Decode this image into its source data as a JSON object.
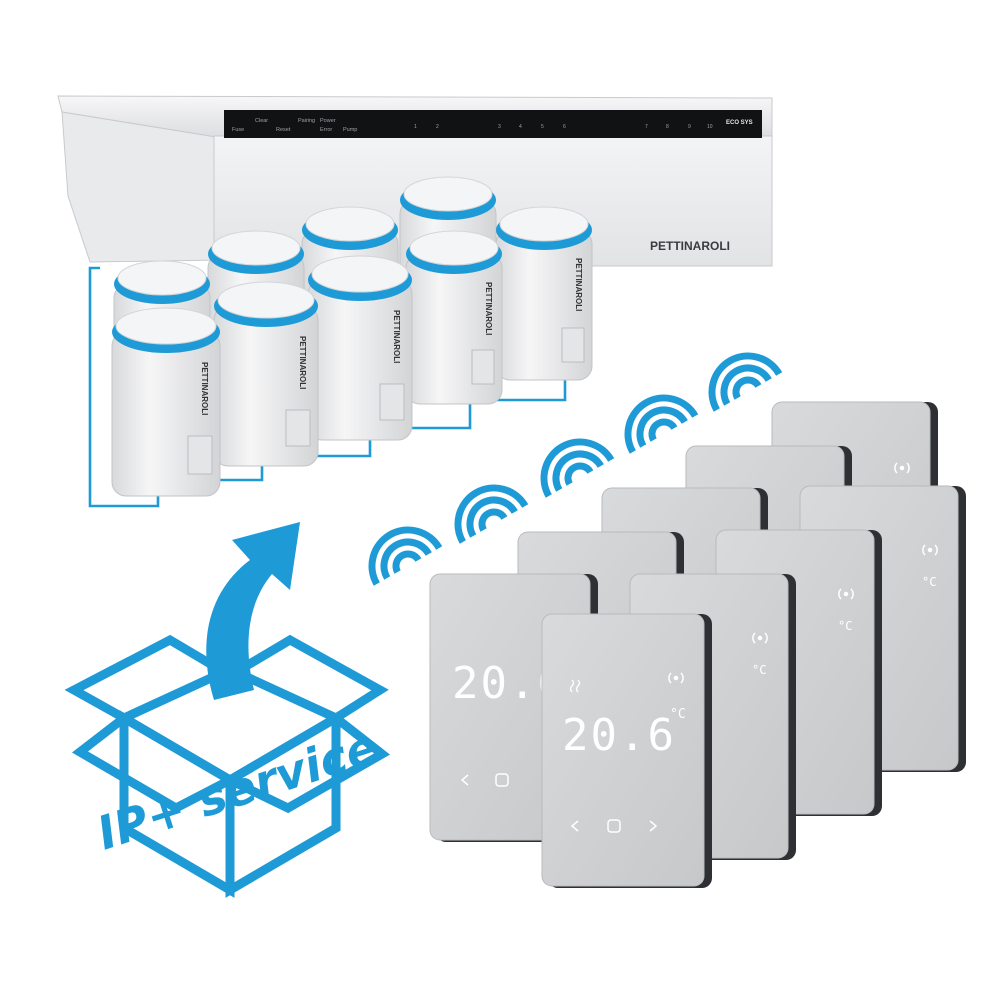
{
  "product": {
    "brand_controller": "PETTINAROLI",
    "brand_actuator": "PETTINAROLI",
    "service_label": "IP+ service"
  },
  "controller": {
    "indicators": [
      "Fuse",
      "Clear",
      "Reset",
      "Pairing",
      "Power",
      "Error",
      "Pump"
    ],
    "zones": [
      "1",
      "2",
      "3",
      "4",
      "5",
      "6",
      "7",
      "8",
      "9",
      "10"
    ],
    "logo_badge": "ECO SYS"
  },
  "thermostat": {
    "temperature": "20.6",
    "unit": "°C"
  },
  "colors": {
    "accent_blue": "#1e9ad6",
    "body_white": "#f2f3f4",
    "thermostat_face": "#cfd0d2",
    "thermostat_edge": "#2f3033"
  },
  "icons": [
    "wifi-signal-icon",
    "signal-icon",
    "heat-icon",
    "chevron-left-icon",
    "home-icon",
    "chevron-right-icon",
    "open-box-icon",
    "arrow-out-icon"
  ]
}
